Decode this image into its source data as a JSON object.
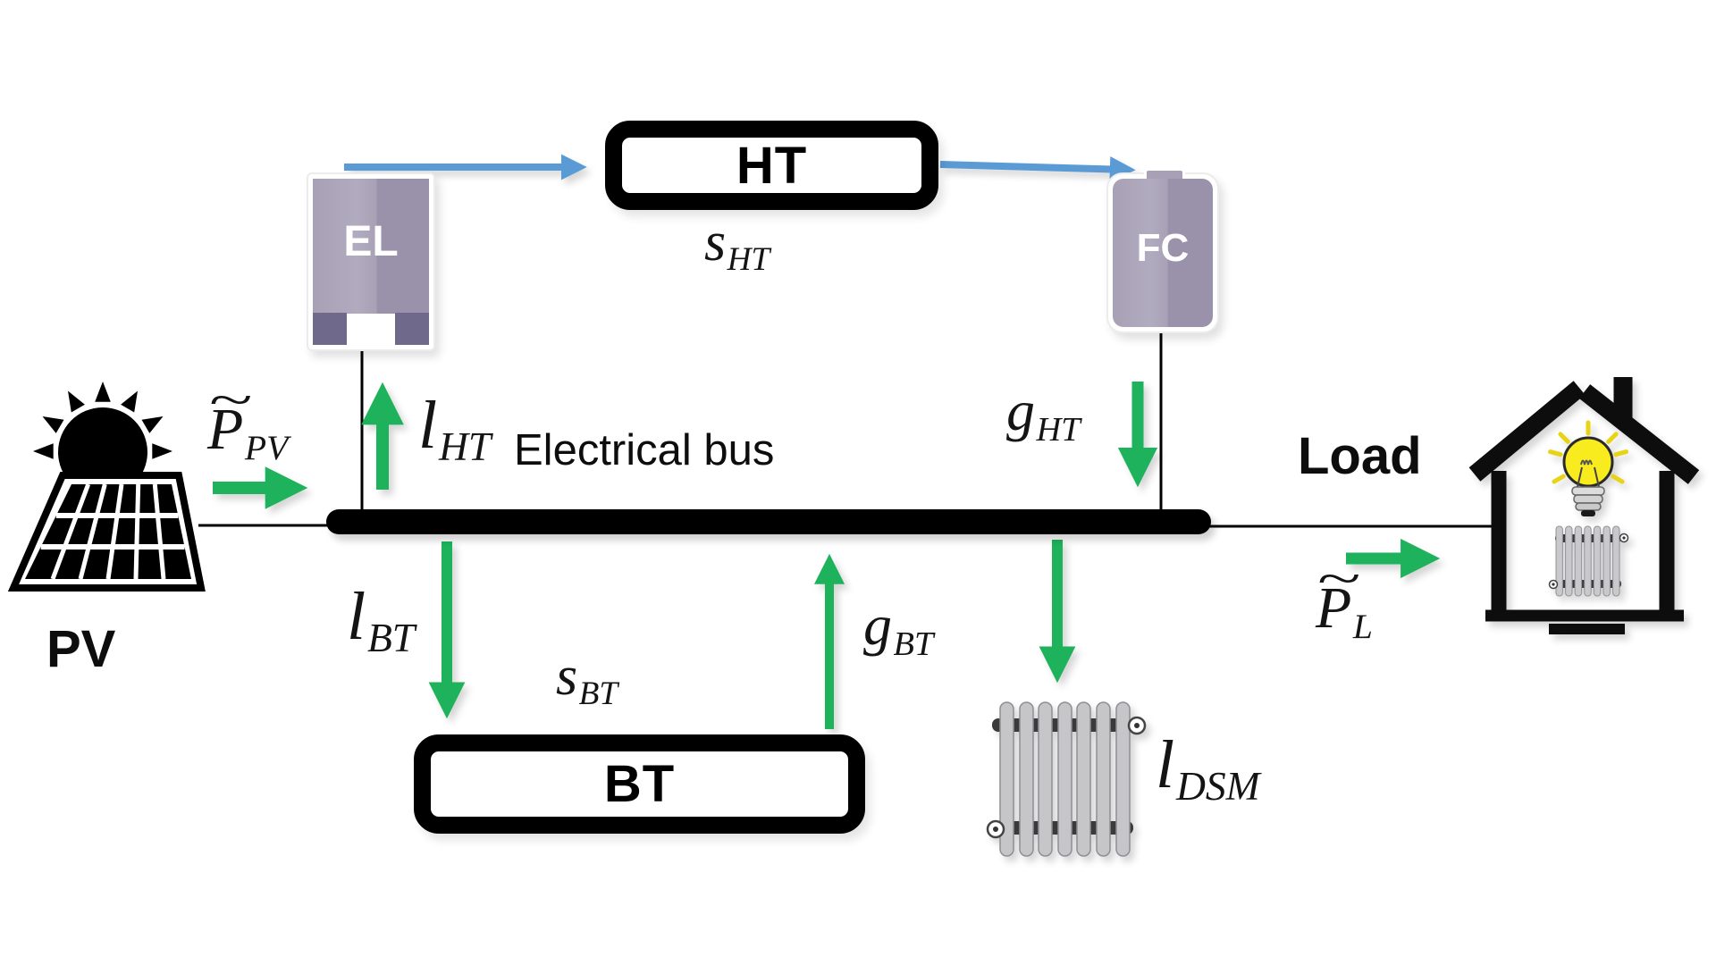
{
  "colors": {
    "green": "#1fb25c",
    "blue": "#5b9bd5",
    "ink": "#000000",
    "device_fill": "#a8a1b6",
    "device_fill_dark": "#9a92ab",
    "device_feet": "#6f6a8b",
    "radiator_tube": "#c6c5c8",
    "radiator_bar": "#3a3a3a",
    "bulb_yellow": "#f8ec1e"
  },
  "nodes": {
    "pv": {
      "label": "PV"
    },
    "el": {
      "label": "EL"
    },
    "ht": {
      "label": "HT"
    },
    "fc": {
      "label": "FC"
    },
    "bt": {
      "label": "BT"
    },
    "load": {
      "label": "Load"
    },
    "bus": {
      "label": "Electrical bus"
    }
  },
  "flows": {
    "p_pv": {
      "main": "P",
      "tilde": "~",
      "sub": "PV"
    },
    "l_ht": {
      "main": "l",
      "sub": "HT"
    },
    "s_ht": {
      "main": "s",
      "sub": "HT"
    },
    "g_ht": {
      "main": "g",
      "sub": "HT"
    },
    "l_bt": {
      "main": "l",
      "sub": "BT"
    },
    "s_bt": {
      "main": "s",
      "sub": "BT"
    },
    "g_bt": {
      "main": "g",
      "sub": "BT"
    },
    "l_dsm": {
      "main": "l",
      "sub": "DSM"
    },
    "p_l": {
      "main": "P",
      "tilde": "~",
      "sub": "L"
    }
  },
  "icons": {
    "pv": "solar-panel-with-sun",
    "el": "electrolyzer-unit",
    "fc": "fuel-cell-canister",
    "dsm": "radiator",
    "load": "house-with-bulb-and-radiator"
  }
}
